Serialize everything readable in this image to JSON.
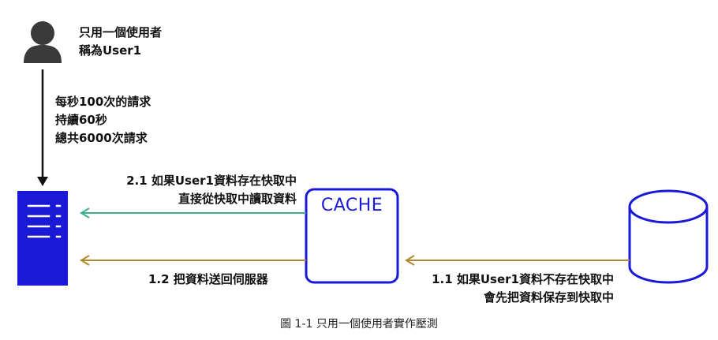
{
  "user": {
    "lines": [
      "只用一個使用者",
      "稱為User1"
    ]
  },
  "request": {
    "lines": [
      "每秒100次的請求",
      "持續60秒",
      "總共6000次請求"
    ]
  },
  "cache": {
    "label": "CACHE"
  },
  "flows": {
    "hit": {
      "lines": [
        "2.1 如果User1資料存在快取中",
        "直接從快取中讀取資料"
      ]
    },
    "return": {
      "label": "1.2 把資料送回伺服器"
    },
    "miss": {
      "lines": [
        "1.1 如果User1資料不存在快取中",
        "會先把資料保存到快取中"
      ]
    }
  },
  "caption": "圖 1-1 只用一個使用者實作壓測",
  "colors": {
    "server": "#1a1ad6",
    "cache_border": "#1a1ad6",
    "database": "#1a1ad6",
    "hit_arrow": "#3bb08f",
    "miss_arrow": "#b08a2e",
    "user_icon": "#3a3a3a"
  }
}
